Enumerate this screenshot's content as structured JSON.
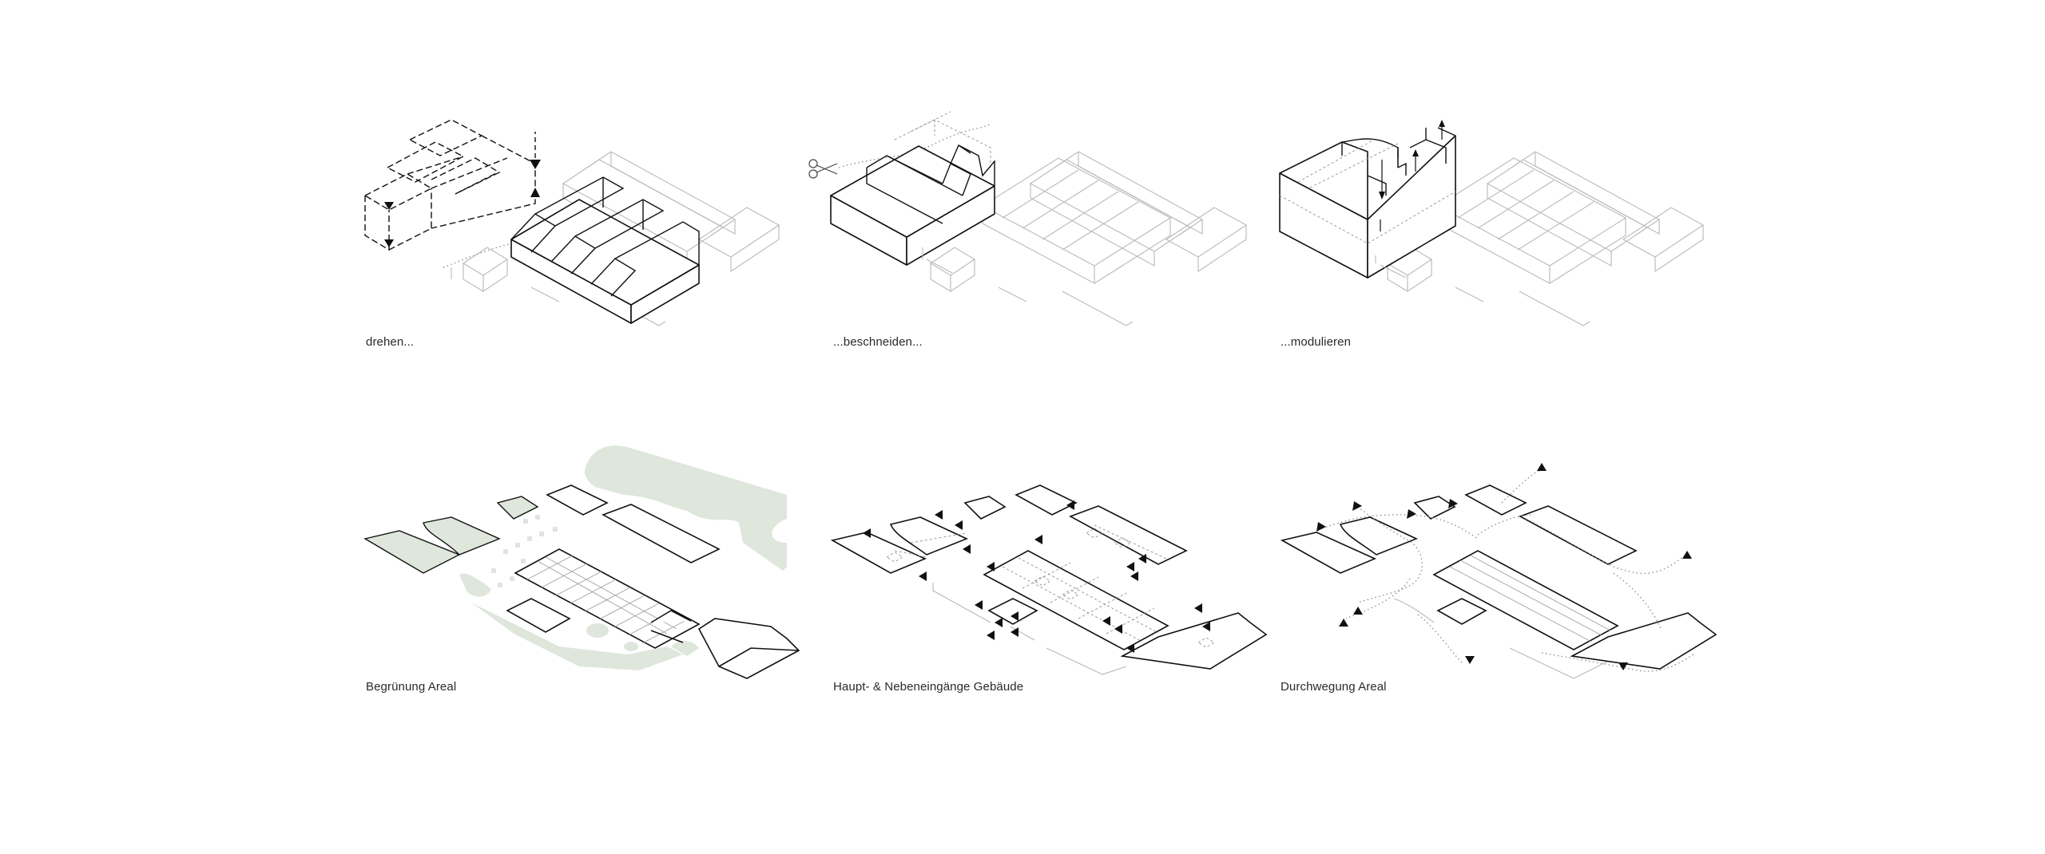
{
  "captions": {
    "rotate": "drehen...",
    "trim": "...beschneiden...",
    "modulate": "...modulieren",
    "greening": "Begrünung Areal",
    "entrances": "Haupt- & Nebeneingänge Gebäude",
    "paths": "Durchwegung Areal"
  },
  "colors": {
    "background": "#ffffff",
    "line": "#111111",
    "context": "#b9b9b9",
    "green": "#dfe6dc"
  }
}
